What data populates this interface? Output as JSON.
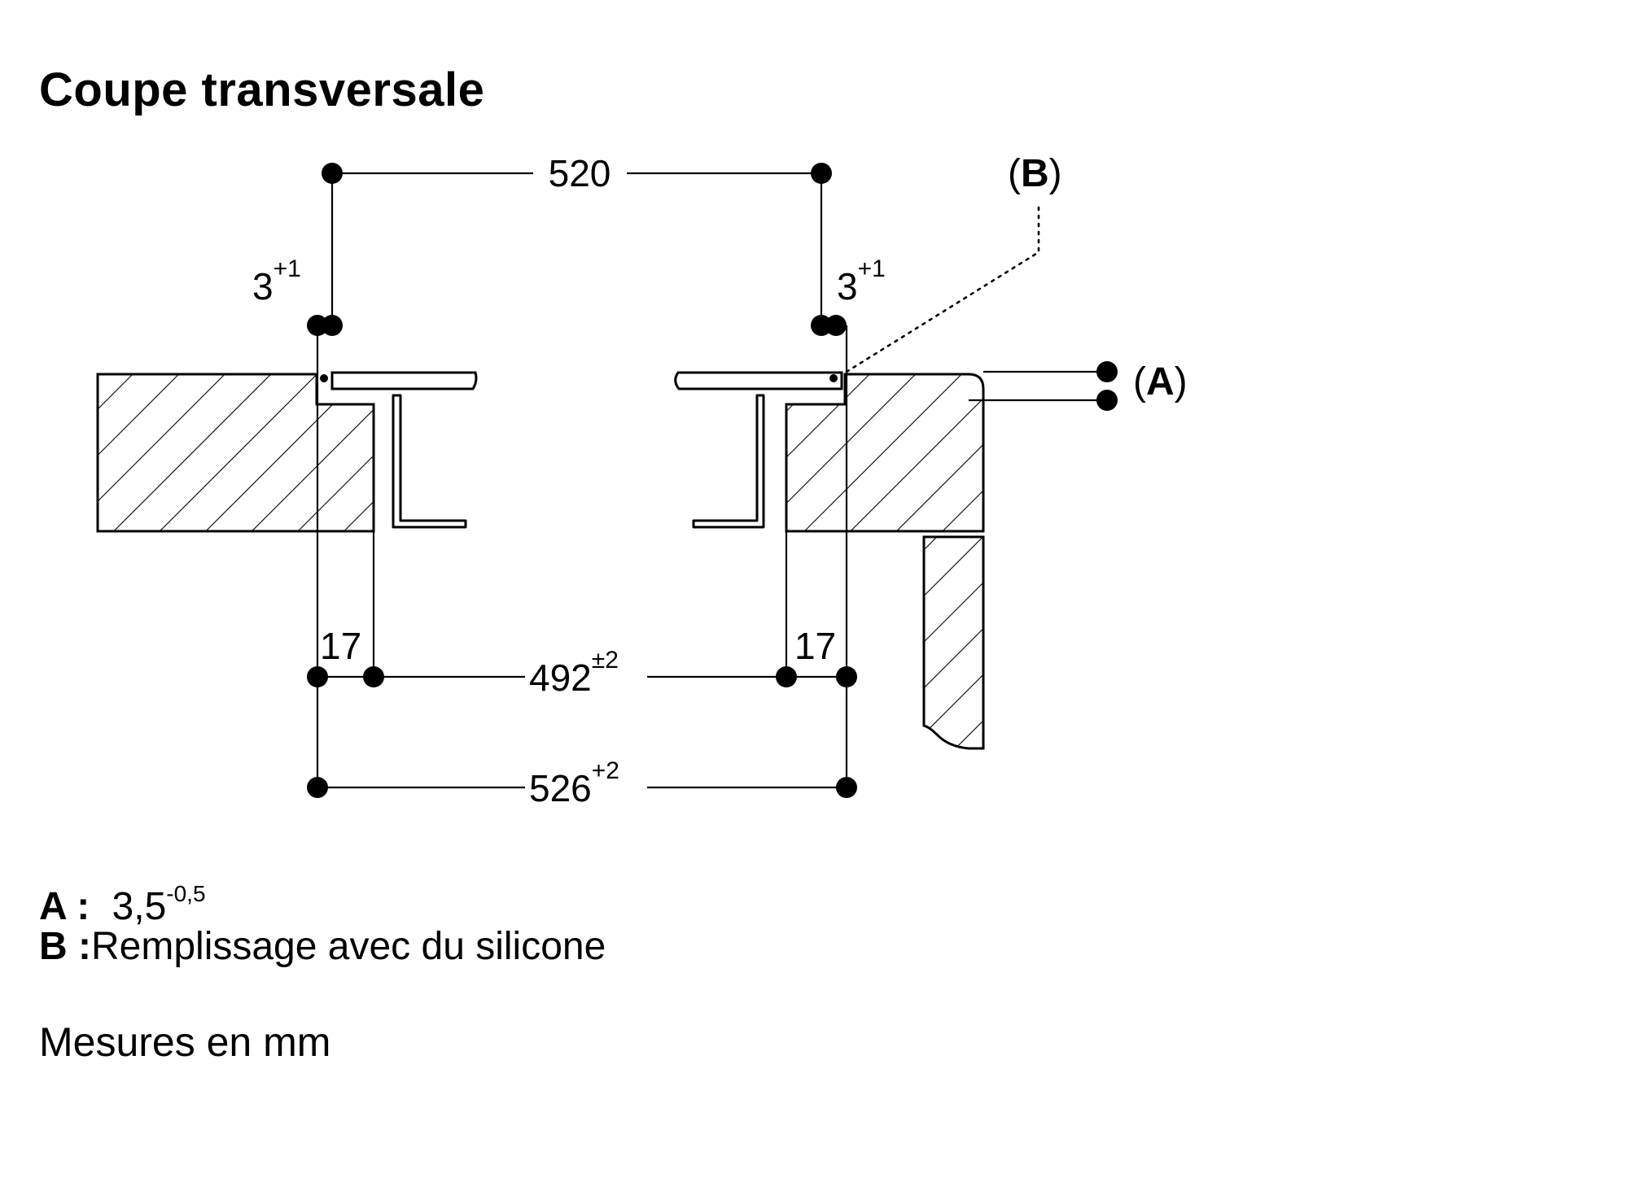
{
  "title": "Coupe transversale",
  "dimensions": {
    "top_width": "520",
    "gap_left_base": "3",
    "gap_left_tol": "+1",
    "gap_right_base": "3",
    "gap_right_tol": "+1",
    "edge_left": "17",
    "edge_right": "17",
    "cutout_base": "492",
    "cutout_tol": "±2",
    "outer_base": "526",
    "outer_tol": "+2"
  },
  "callouts": {
    "a_open": "(",
    "a_key": "A",
    "a_close": ")",
    "b_open": "(",
    "b_key": "B",
    "b_close": ")"
  },
  "legend": {
    "a_key": "A :",
    "a_value": "3,5",
    "a_tol": "-0,5",
    "b_key": "B :",
    "b_text": "Remplissage avec du silicone"
  },
  "units_note": "Mesures en mm"
}
